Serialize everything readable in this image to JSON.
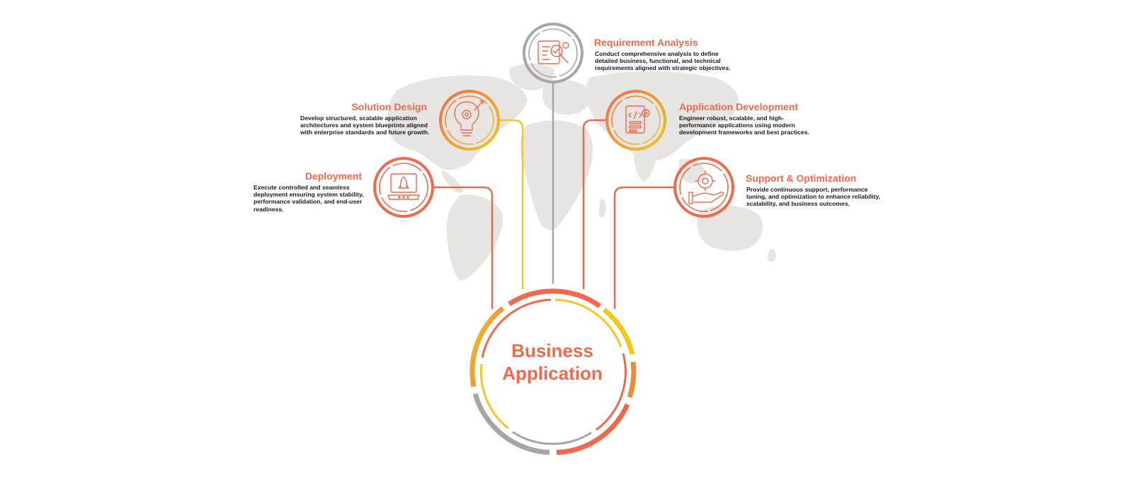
{
  "colors": {
    "coral": "#ef6a4c",
    "yellow": "#f2c81e",
    "gray": "#a6a6a6",
    "map": "#e6e5e2"
  },
  "center": {
    "line1": "Business",
    "line2": "Application"
  },
  "stages": [
    {
      "id": "requirement-analysis",
      "title": "Requirement Analysis",
      "description": "Conduct comprehensive analysis to define detailed business, functional, and technical requirements aligned with strategic objectives.",
      "icon": "requirements-search-icon",
      "color": "gray"
    },
    {
      "id": "solution-design",
      "title": "Solution Design",
      "description": "Develop structured, scalable application architectures and system blueprints aligned with enterprise standards and future growth.",
      "icon": "lightbulb-gear-icon",
      "color": "yellow"
    },
    {
      "id": "application-development",
      "title": "Application Development",
      "description": "Engineer robust, scalable, and high-performance applications using modern development frameworks and best practices.",
      "icon": "code-document-icon",
      "color": "yellow"
    },
    {
      "id": "deployment",
      "title": "Deployment",
      "description": "Execute controlled and seamless deployment ensuring system stability, performance validation, and end-user readiness.",
      "icon": "rocket-laptop-icon",
      "color": "coral"
    },
    {
      "id": "support-optimization",
      "title": "Support & Optimization",
      "description": "Provide continuous support, performance tuning, and optimization to enhance reliability, scalability, and business outcomes.",
      "icon": "hand-gear-icon",
      "color": "coral"
    }
  ]
}
